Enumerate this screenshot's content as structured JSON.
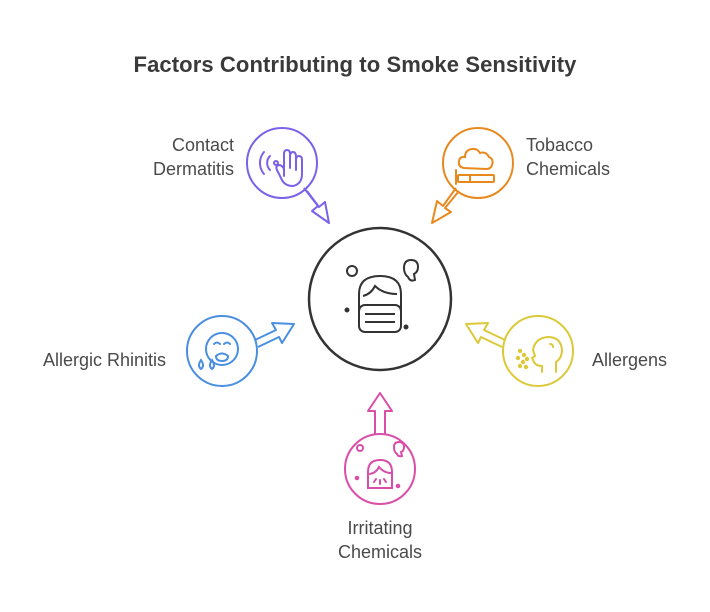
{
  "title": "Factors Contributing to Smoke Sensitivity",
  "center": {
    "icon": "masked-face-icon"
  },
  "factors": [
    {
      "label": "Contact\nDermatitis",
      "icon": "raised-hand-icon",
      "color": "#7b61e8"
    },
    {
      "label": "Tobacco\nChemicals",
      "icon": "cigarette-smoke-icon",
      "color": "#e8891e"
    },
    {
      "label": "Allergic Rhinitis",
      "icon": "crying-face-icon",
      "color": "#4a8fe0"
    },
    {
      "label": "Allergens",
      "icon": "sneezing-head-icon",
      "color": "#dcc93a"
    },
    {
      "label": "Irritating\nChemicals",
      "icon": "sick-face-icon",
      "color": "#d94ea8"
    }
  ],
  "colors": {
    "text": "#4a4a4a",
    "title": "#3a3a3a",
    "center_stroke": "#333333"
  }
}
